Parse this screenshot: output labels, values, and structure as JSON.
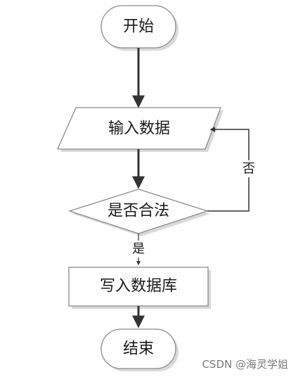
{
  "nodes": {
    "start": "开始",
    "input": "输入数据",
    "decision": "是否合法",
    "write": "写入数据库",
    "end": "结束"
  },
  "edges": {
    "yes": "是",
    "no": "否"
  },
  "watermark": "CSDN @海灵学姐",
  "colors": {
    "stroke": "#8a8a8a",
    "arrow": "#333333",
    "shadow": "#d9d9d9"
  }
}
